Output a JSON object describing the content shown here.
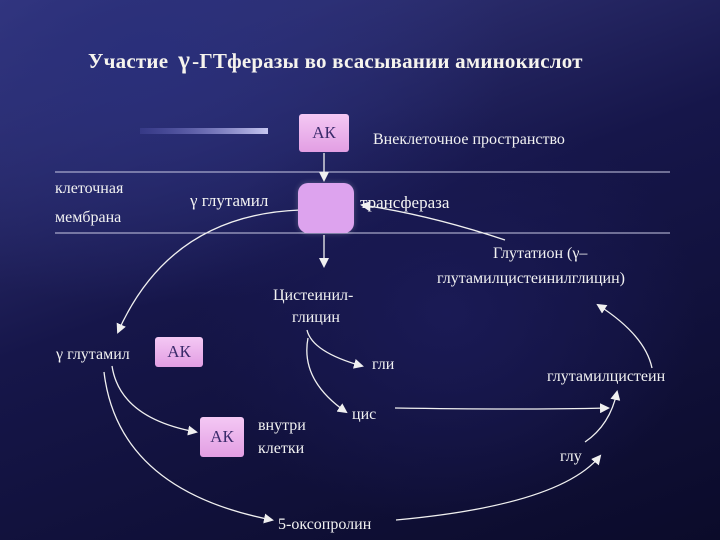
{
  "title": {
    "prefix": "Участие",
    "gamma": "γ",
    "suffix": "-ГТферазы во всасывании аминокислот"
  },
  "labels": {
    "ak_top": "АК",
    "extracellular": "Внеклеточное пространство",
    "membrane_line1": "клеточная",
    "membrane_line2": "мембрана",
    "gamma_glutamyl_top": "γ глутамил",
    "transferase": "трансфераза",
    "glutathione_line1": "Глутатион (γ–",
    "glutathione_line2": "глутамилцистеинилглицин)",
    "cysteinyl_line1": "Цистеинил-",
    "cysteinyl_line2": "глицин",
    "gamma_glutamyl_left": "γ глутамил",
    "ak_left": "АК",
    "gly": "гли",
    "glutamylcysteine": "глутамилцистеин",
    "ak_inside": "АК",
    "inside_line1": "внутри",
    "inside_line2": "клетки",
    "cys": "цис",
    "glu": "глу",
    "oxoproline": "5-оксопролин"
  },
  "colors": {
    "ak_fill": "#e8aeea",
    "enzyme_fill": "#dda3ee",
    "text": "#f2f2f2"
  }
}
